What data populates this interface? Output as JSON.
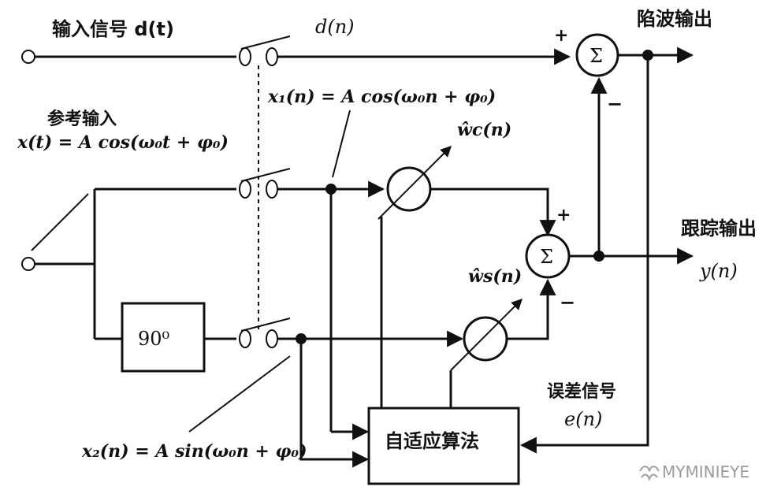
{
  "labels": {
    "input_signal": "输入信号 d(t)",
    "d_n": "d(n)",
    "notch_output": "陷波输出",
    "reference_input": "参考输入",
    "reference_formula": "x(t) = A cos(ω₀t + φ₀)",
    "x1_formula": "x₁(n) = A cos(ω₀n + φ₀)",
    "wc": "ŵc(n)",
    "ws": "ŵs(n)",
    "tracking_output": "跟踪输出",
    "y_n": "y(n)",
    "phase_shift": "90⁰",
    "x2_formula": "x₂(n) = A sin(ω₀n + φ₀)",
    "error_signal": "误差信号",
    "e_n": "e(n)",
    "adaptive_algorithm": "自适应算法",
    "sigma": "Σ",
    "plus": "+",
    "minus": "−",
    "watermark": "MYMINIEYE"
  }
}
